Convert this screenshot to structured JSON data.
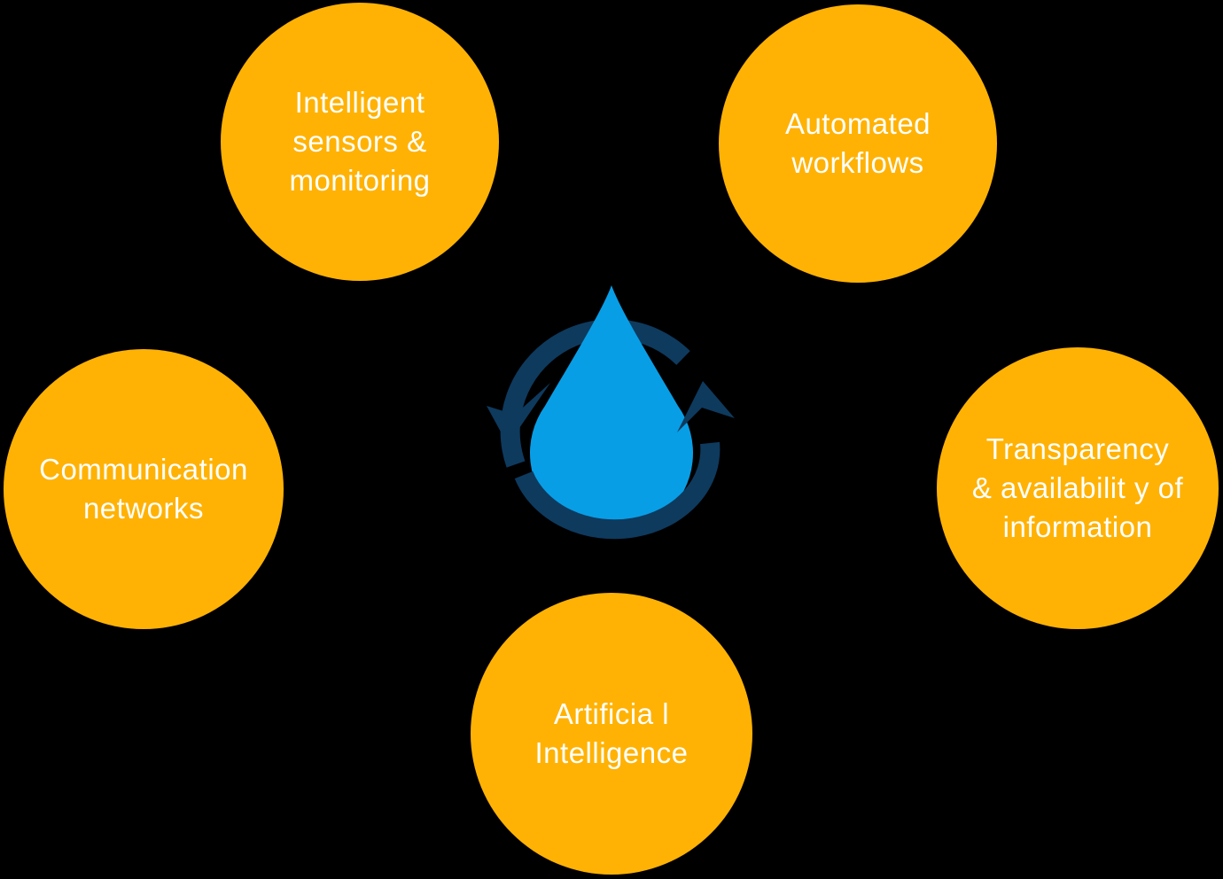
{
  "colors": {
    "background": "#000000",
    "node_fill": "#FFB204",
    "node_text": "#FFFFFF",
    "drop_fill": "#089EE6",
    "arrow_fill": "#0E3A5E"
  },
  "nodes": [
    {
      "id": "intelligent-sensors-monitoring",
      "text": "Intelligent\nsensors &\nmonitoring"
    },
    {
      "id": "automated-workflows",
      "text": "Automated\nworkflows"
    },
    {
      "id": "communication-networks",
      "text": "Communication\nnetworks"
    },
    {
      "id": "transparency-availability-information",
      "text": "Transparency\n& availabilit y of\ninformation"
    },
    {
      "id": "artificial-intelligence",
      "text": "Artificia l\nIntelligence"
    }
  ],
  "center_icon": {
    "name": "water-drop-cycle",
    "drop_color": "#089EE6",
    "arrow_color": "#0E3A5E"
  }
}
